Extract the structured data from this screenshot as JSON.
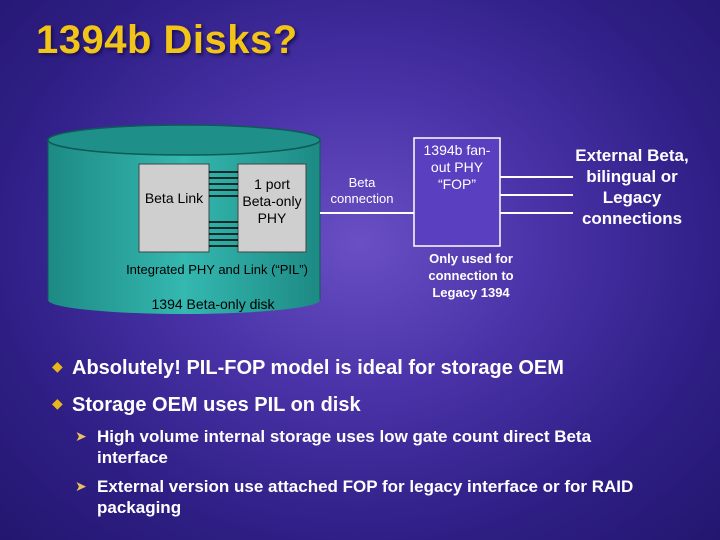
{
  "slide": {
    "title": "1394b Disks?"
  },
  "diagram": {
    "beta_link": "Beta Link",
    "port_phy": "1 port Beta-only PHY",
    "integrated_label": "Integrated PHY and Link (“PIL”)",
    "disk_label": "1394 Beta-only disk",
    "beta_connection": "Beta connection",
    "fop_label": "1394b fan-out PHY “FOP”",
    "only_used": "Only used for connection to Legacy 1394",
    "external": "External Beta, bilingual or Legacy connections"
  },
  "bullets": [
    "Absolutely! PIL-FOP model is ideal for storage OEM",
    "Storage OEM uses PIL on disk"
  ],
  "sub_bullets": [
    "High volume internal storage uses low gate count direct Beta interface",
    "External version use attached FOP for legacy interface or for RAID packaging"
  ],
  "colors": {
    "title": "#f2c417",
    "disk_fill": "#29a69f",
    "box_fill": "#cfcfcf",
    "fop_fill": "#5a3fc0"
  }
}
